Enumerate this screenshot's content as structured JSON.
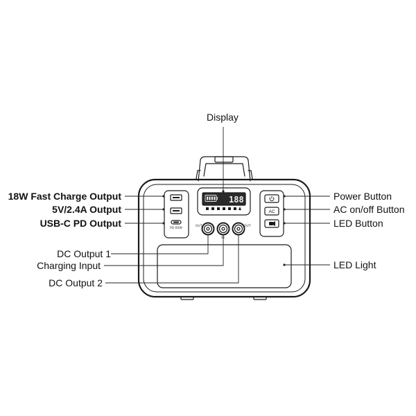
{
  "labels": {
    "display": "Display",
    "fast_charge": "18W Fast Charge Output",
    "usb_output": "5V/2.4A Output",
    "usbc": "USB-C PD Output",
    "dc_output_1": "DC Output 1",
    "charging_input": "Charging Input",
    "dc_output_2": "DC Output 2",
    "power_button": "Power Button",
    "ac_button": "AC on/off Button",
    "led_button": "LED Button",
    "led_light": "LED Light"
  },
  "device": {
    "screen_digits": "188",
    "ac_key": "AC",
    "out_left": "OUT",
    "out_right": "OUT",
    "in_label": "IN",
    "usbc_tag": "PD 60W"
  },
  "icons": {
    "power": "power-icon",
    "led": "led-lamp-icon",
    "battery": "battery-icon"
  },
  "colors": {
    "line": "#1a1a1a",
    "screen": "#2b2b2b"
  }
}
